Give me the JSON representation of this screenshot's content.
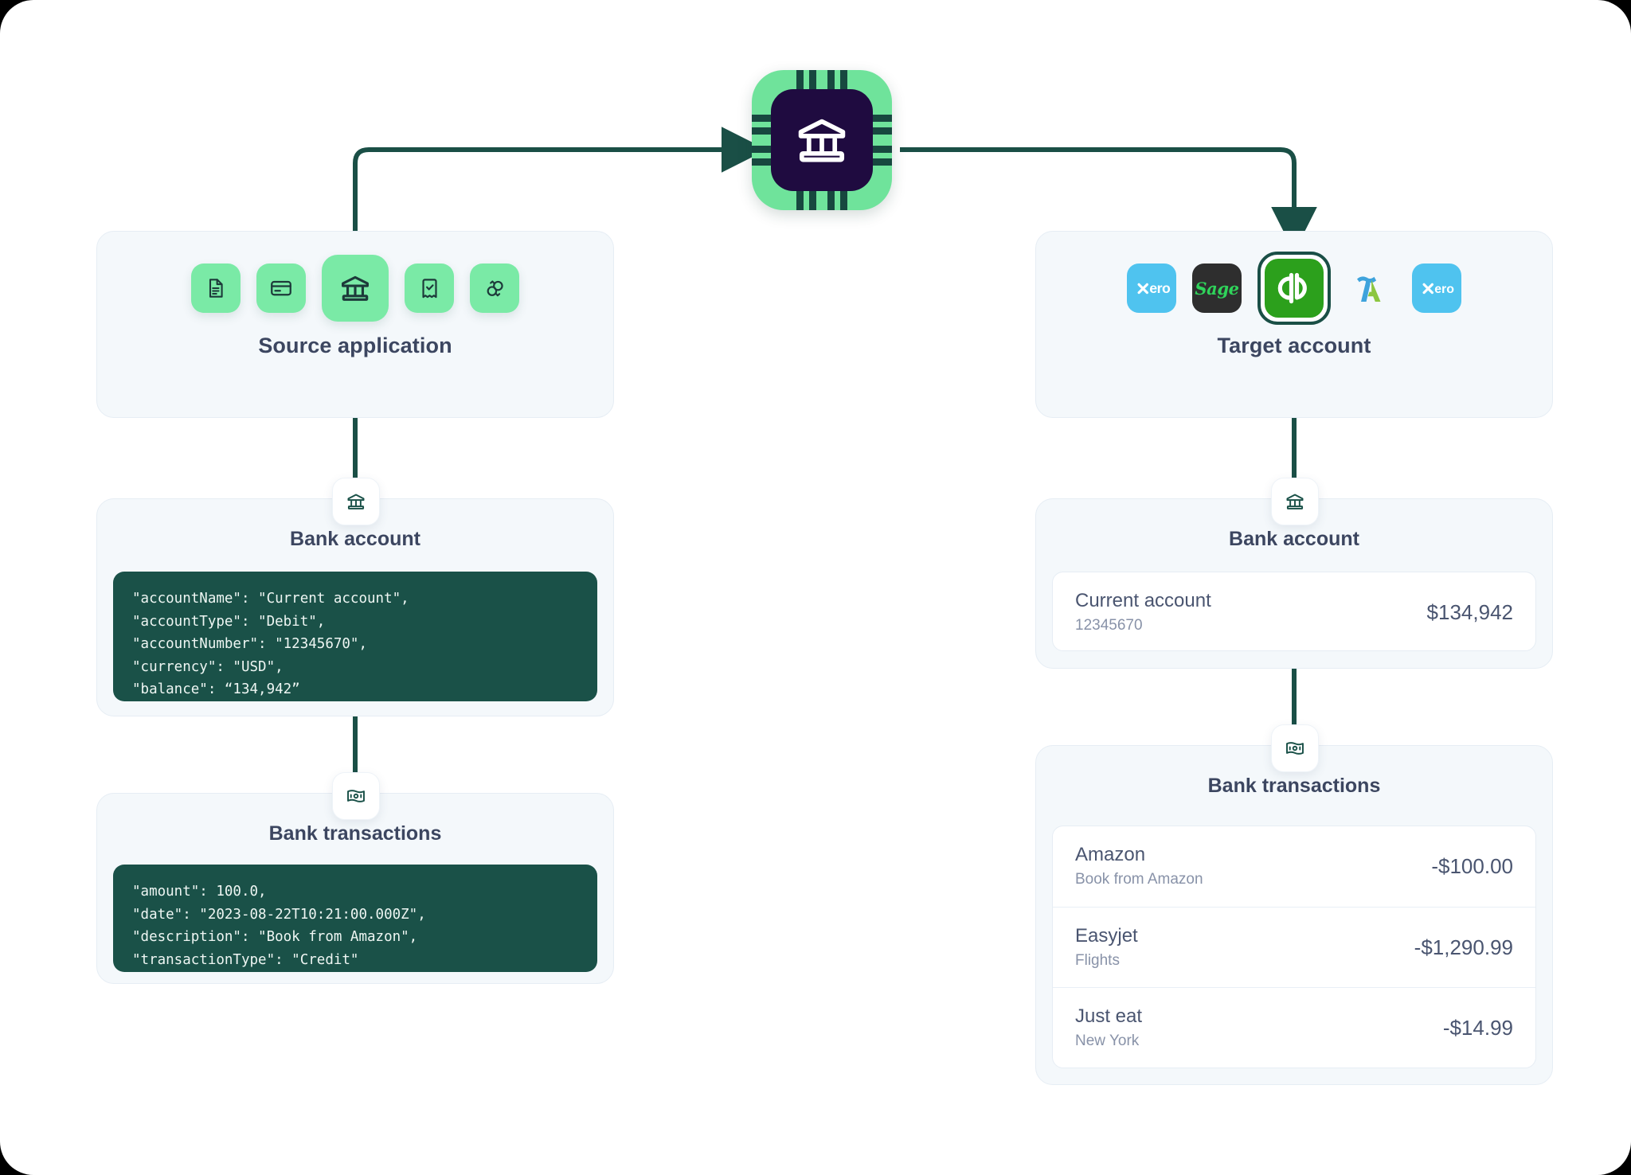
{
  "diagram": {
    "center_node": {
      "icon": "bank-chip-icon",
      "label": ""
    },
    "source": {
      "title": "Source application",
      "tiles": [
        {
          "icon": "invoice-document-icon",
          "selected": false
        },
        {
          "icon": "credit-card-icon",
          "selected": false
        },
        {
          "icon": "bank-icon",
          "selected": true
        },
        {
          "icon": "receipt-check-icon",
          "selected": false
        },
        {
          "icon": "transfer-sync-icon",
          "selected": false
        }
      ],
      "bank_account": {
        "badge_icon": "bank-icon",
        "title": "Bank account",
        "code": "\"accountName\": \"Current account\",\n\"accountType\": \"Debit\",\n\"accountNumber\": \"12345670\",\n\"currency\": \"USD\",\n\"balance\": “134,942”"
      },
      "bank_transactions": {
        "badge_icon": "banknote-icon",
        "title": "Bank transactions",
        "code": "\"amount\": 100.0,\n\"date\": \"2023-08-22T10:21:00.000Z\",\n\"description\": \"Book from Amazon\",\n\"transactionType\": \"Credit\""
      }
    },
    "target": {
      "title": "Target account",
      "brands": [
        {
          "name": "xero",
          "label": "xero",
          "selected": false
        },
        {
          "name": "sage",
          "label": "Sage",
          "selected": false
        },
        {
          "name": "quickbooks",
          "label": "qb",
          "selected": true
        },
        {
          "name": "freeagent",
          "label": "",
          "selected": false
        },
        {
          "name": "xero",
          "label": "xero",
          "selected": false
        }
      ],
      "bank_account": {
        "badge_icon": "bank-icon",
        "title": "Bank account",
        "account": {
          "name": "Current account",
          "number": "12345670",
          "balance": "$134,942"
        }
      },
      "bank_transactions": {
        "badge_icon": "banknote-icon",
        "title": "Bank transactions",
        "rows": [
          {
            "name": "Amazon",
            "detail": "Book from Amazon",
            "amount": "-$100.00"
          },
          {
            "name": "Easyjet",
            "detail": "Flights",
            "amount": "-$1,290.99"
          },
          {
            "name": "Just eat",
            "detail": "New York",
            "amount": "-$14.99"
          }
        ]
      }
    }
  },
  "colors": {
    "line": "#1a4f46",
    "panel_bg": "#f4f8fb",
    "panel_border": "#e6edf4",
    "code_bg": "#1a5148",
    "tile_green": "#7aeaa6",
    "chip_green": "#6fe39b",
    "chip_core": "#1f0b40",
    "title_text": "#3c4660",
    "quickbooks_green": "#2ca01c",
    "xero_blue": "#4fc3ef",
    "sage_dark": "#2e2e2e"
  }
}
